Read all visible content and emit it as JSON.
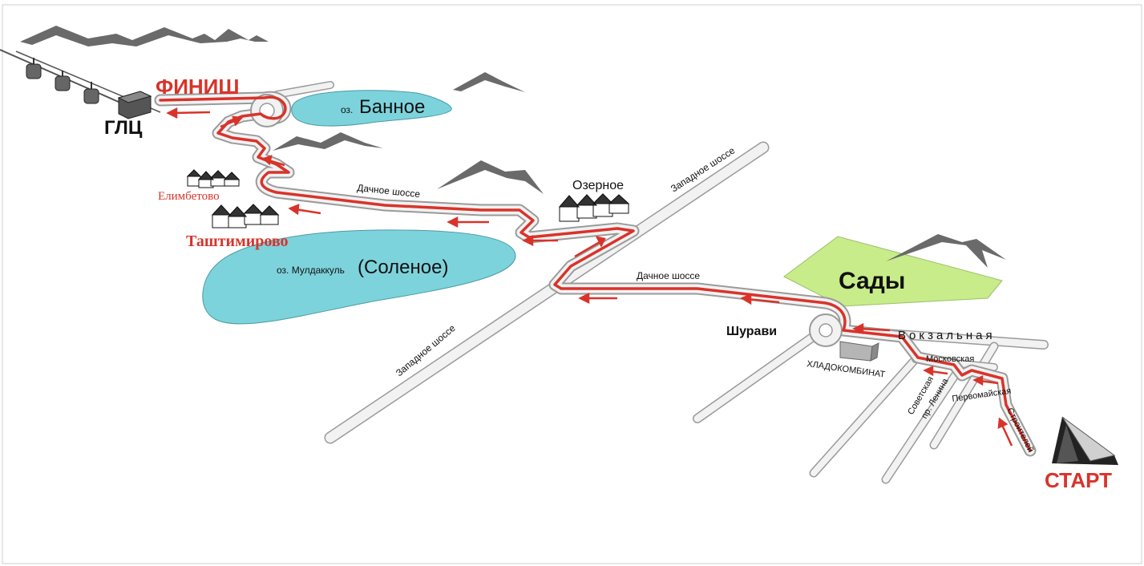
{
  "labels": {
    "finish": "ФИНИШ",
    "start": "СТАРТ",
    "glc": "ГЛЦ",
    "lake_bannoe_prefix": "оз.",
    "lake_bannoe_name": "Банное",
    "lake_muld_prefix": "оз. Мулдаккуль",
    "lake_muld_name": "(Соленое)",
    "village_elimbetovo": "Елимбетово",
    "village_tashtimirovo": "Таштимирово",
    "village_ozernoe": "Озерное",
    "sady": "Сады",
    "shuravi": "Шурави",
    "khladokombinat": "ХЛАДОКОМБИНАТ",
    "road_dachnoe_1": "Дачное шоссе",
    "road_dachnoe_2": "Дачное шоссе",
    "road_zapadnoe_1": "Западное шоссе",
    "road_zapadnoe_2": "Западное шоссе",
    "street_vokzalnaya": "Вокзальная",
    "street_moskovskaya": "Московская",
    "street_sovetskaya": "Советская",
    "street_pr_lenina": "пр. Ленина",
    "street_pervomayskaya": "Первомайская",
    "street_stroiteley": "Строителей"
  },
  "colors": {
    "route": "#d8332a",
    "lake": "#7dd3dc",
    "gardens": "#c8ec8a",
    "road_fill": "#f2f2f2",
    "road_edge": "#9a9a9a",
    "mountain": "#6a6a6a",
    "text_red": "#d8332a"
  },
  "icons": {
    "mountains": "mountain-icon",
    "village": "village-houses-icon",
    "cable_car": "cable-car-icon",
    "building": "building-icon",
    "start_ramp": "ski-jump-icon",
    "direction": "arrow-left-icon"
  }
}
